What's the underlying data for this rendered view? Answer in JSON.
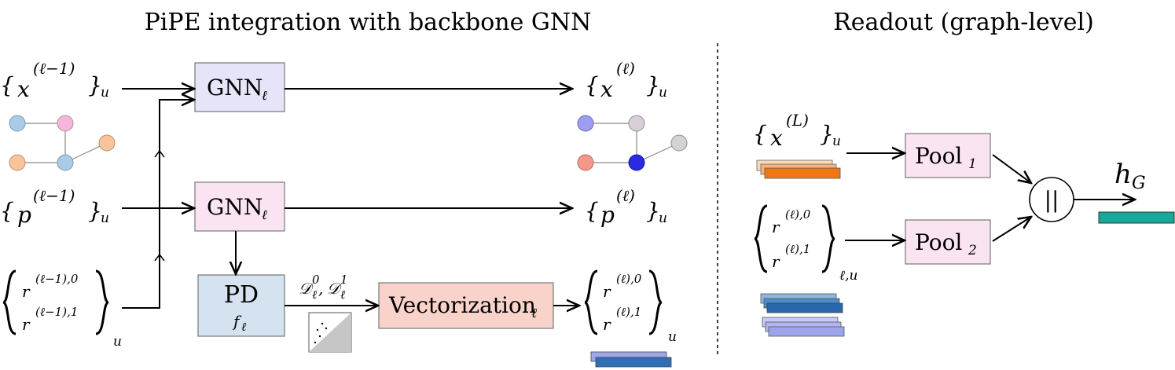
{
  "titles": {
    "left": "PiPE integration with backbone GNN",
    "right": "Readout (graph-level)"
  },
  "boxes": {
    "gnn": "GNN",
    "pd": "PD",
    "pd_f": "f",
    "vectorization": "Vectorization",
    "pool": "Pool",
    "pool1_sub": "1",
    "pool2_sub": "2"
  },
  "labels": {
    "x_in_open": "{",
    "close_brace": "}",
    "x_var": "x",
    "p_var": "p",
    "r_var": "r",
    "h_var": "h",
    "h_sub": "G",
    "sup_prev": "(ℓ−1)",
    "sup_cur": "(ℓ)",
    "sup_L": "(L)",
    "sup_prev_0": "(ℓ−1),0",
    "sup_prev_1": "(ℓ−1),1",
    "sup_cur_0": "(ℓ),0",
    "sup_cur_1": "(ℓ),1",
    "sub_u": "u",
    "sub_ell": "ℓ",
    "sub_ell_u": "ℓ,u",
    "d_script": "𝒟",
    "d_sup0": "0",
    "d_sup1": "1",
    "comma": ",",
    "concat": "||"
  },
  "colors": {
    "gnn_x_fill": "#e6e4f8",
    "gnn_p_fill": "#fbe4f1",
    "pd_fill": "#d5e3f1",
    "vectorization_fill": "#f9d3c9",
    "pool_fill": "#fbe4f1",
    "graph_embedding": "#16a99a"
  }
}
